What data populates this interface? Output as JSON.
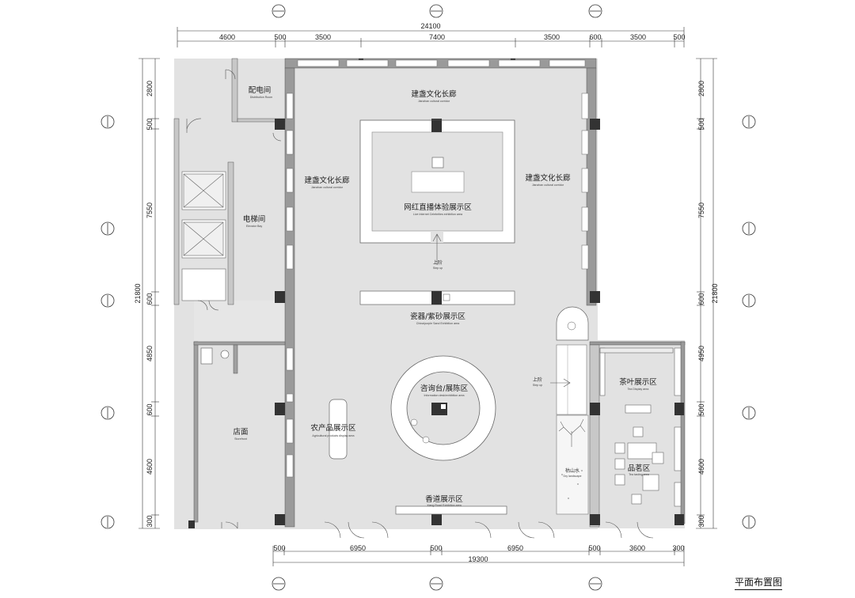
{
  "title": "平面布置图",
  "dims_top": {
    "total": "24100",
    "segments": [
      "4600",
      "500",
      "3500",
      "7400",
      "3500",
      "600",
      "3500",
      "500"
    ]
  },
  "dims_bottom": {
    "segments": [
      "500",
      "6950",
      "500",
      "6950",
      "500",
      "3600",
      "300"
    ],
    "total": "19300"
  },
  "dims_left": {
    "total": "21800",
    "segments": [
      "2800",
      "500",
      "7550",
      "600",
      "4850",
      "600",
      "4600",
      "300"
    ]
  },
  "dims_right": {
    "total": "21800",
    "segments": [
      "2800",
      "500",
      "7550",
      "600",
      "4950",
      "500",
      "4600",
      "300"
    ]
  },
  "zones": {
    "corridor_top": {
      "cn": "建盏文化长廊",
      "en": "Jianzhan cultural corridor"
    },
    "corridor_left": {
      "cn": "建盏文化长廊",
      "en": "Jianzhan cultural corridor"
    },
    "corridor_right": {
      "cn": "建盏文化长廊",
      "en": "Jianzhan cultural corridor"
    },
    "live": {
      "cn": "网红直播体验展示区",
      "en": "Live Internet Celebrities exhibition area"
    },
    "porcelain": {
      "cn": "瓷器/紫砂展示区",
      "en": "China/purple Sand Exhibition area"
    },
    "info": {
      "cn": "咨询台/展陈区",
      "en": "Information desk/exhibition area"
    },
    "agri": {
      "cn": "农产品展示区",
      "en": "Agricultural products display area"
    },
    "incense": {
      "cn": "香道展示区",
      "en": "Xiang Road Exhibition area"
    },
    "tea_display": {
      "cn": "茶叶展示区",
      "en": "Tea Display area"
    },
    "tasting": {
      "cn": "品茗区",
      "en": "Tea tasting area"
    },
    "distribution": {
      "cn": "配电间",
      "en": "Distribution Room"
    },
    "elevator": {
      "cn": "电梯间",
      "en": "Elevator Bay"
    },
    "storefront": {
      "cn": "店面",
      "en": "Storefront"
    },
    "landscape": {
      "cn": "枯山水",
      "en": "Dry landscape"
    }
  },
  "steps": {
    "up1": {
      "cn": "上阶",
      "en": "Step up"
    },
    "up2": {
      "cn": "上阶",
      "en": "Step up"
    }
  }
}
